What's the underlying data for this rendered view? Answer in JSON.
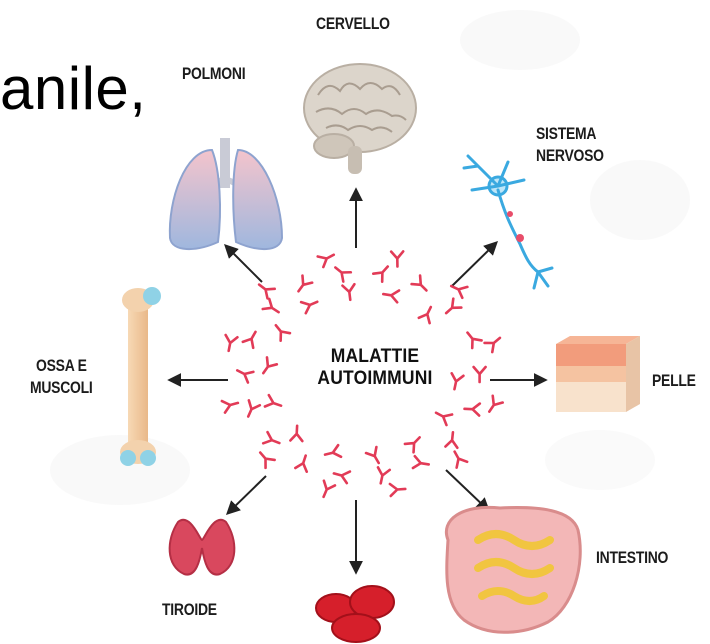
{
  "slide_text": "anile,",
  "center": {
    "line1": "MALATTIE",
    "line2": "AUTOIMMUNI"
  },
  "organs": {
    "brain": "CERVELLO",
    "lungs": "POLMONI",
    "nerves_line1": "SISTEMA",
    "nerves_line2": "NERVOSO",
    "bones_line1": "OSSA E",
    "bones_line2": "MUSCOLI",
    "skin": "PELLE",
    "thyroid": "TIROIDE",
    "intestine": "INTESTINO"
  },
  "colors": {
    "arrow": "#222222",
    "antibody": "#e23b57",
    "brain": "#d8d2c8",
    "lungs": "#e9a8b4",
    "nerve": "#3aa9e0",
    "bone": "#f4cfa6",
    "skin": "#f2b48e",
    "thyroid": "#d9485e",
    "intestine": "#f3b7b7",
    "blood": "#d61f2b"
  }
}
